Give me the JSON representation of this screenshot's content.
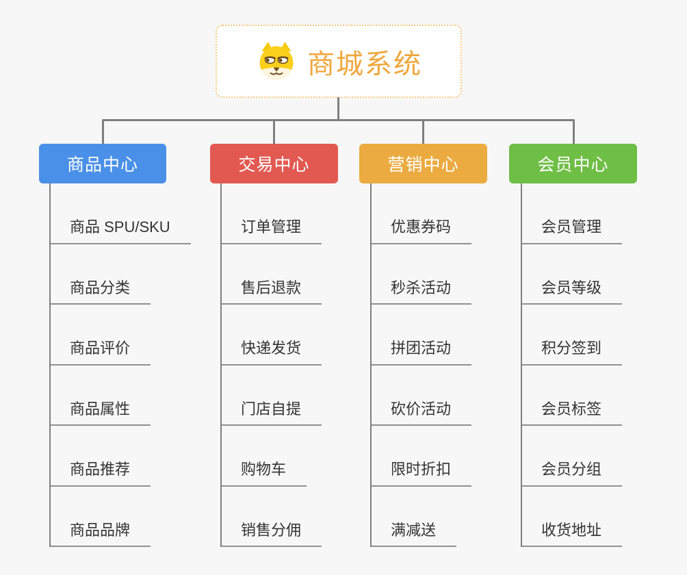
{
  "diagram": {
    "root": {
      "title": "商城系统",
      "icon": "dog-face-icon"
    },
    "branches": [
      {
        "id": "product-center",
        "label": "商品中心",
        "color": "#4A90E8",
        "children": [
          "商品 SPU/SKU",
          "商品分类",
          "商品评价",
          "商品属性",
          "商品推荐",
          "商品品牌"
        ]
      },
      {
        "id": "trade-center",
        "label": "交易中心",
        "color": "#E25951",
        "children": [
          "订单管理",
          "售后退款",
          "快递发货",
          "门店自提",
          "购物车",
          "销售分佣"
        ]
      },
      {
        "id": "marketing-center",
        "label": "营销中心",
        "color": "#EBAB40",
        "children": [
          "优惠券码",
          "秒杀活动",
          "拼团活动",
          "砍价活动",
          "限时折扣",
          "满减送"
        ]
      },
      {
        "id": "member-center",
        "label": "会员中心",
        "color": "#6FBE45",
        "children": [
          "会员管理",
          "会员等级",
          "积分签到",
          "会员标签",
          "会员分组",
          "收货地址"
        ]
      }
    ],
    "colors": {
      "background": "#F7F7F7",
      "connector_line": "#7F7F7F",
      "leaf_underline": "#909090",
      "root_title_text": "#EFA73D",
      "root_border": "#F6C77F",
      "branch_text": "#FFFFFF",
      "leaf_text": "#333333"
    }
  }
}
